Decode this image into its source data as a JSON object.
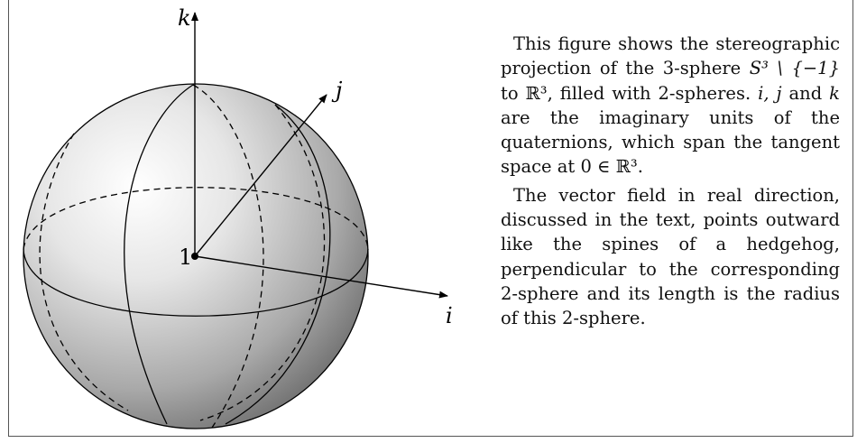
{
  "figure": {
    "axis_labels": {
      "k": "k",
      "j": "j",
      "i": "i",
      "origin": "1"
    }
  },
  "caption": {
    "p1_part1": "This figure shows the stereographic projection of the 3-sphere ",
    "p1_math1": "S³ \\ {−1}",
    "p1_part2": " to ",
    "p1_math2": "ℝ³",
    "p1_part3": ", filled with 2-spheres. ",
    "p1_math3": "i, j",
    "p1_part4": " and ",
    "p1_math4": "k",
    "p1_part5": " are the imaginary units of the quaternions, which span the tangent space at ",
    "p1_math5": "0 ∈ ℝ³",
    "p1_part6": ".",
    "p2": "The vector field in real direction, discussed in the text, points outward like the spines of a hedgehog, perpendicular to the corresponding 2-sphere and its length is the radius of this 2-sphere."
  }
}
